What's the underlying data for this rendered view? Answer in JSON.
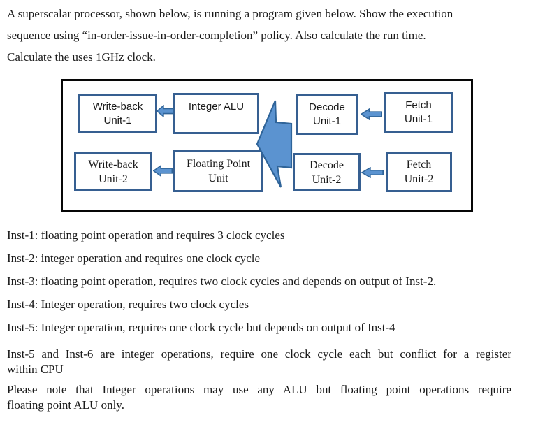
{
  "intro": {
    "line1": "A superscalar processor, shown below, is running a program given below. Show the execution",
    "line2": "sequence using “in-order-issue-in-order-completion” policy. Also calculate the run time.",
    "line3": "Calculate the uses 1GHz clock."
  },
  "diagram": {
    "colors": {
      "box_border": "#365f91",
      "frame_border": "#060606",
      "arrow_fill": "#5b93d0",
      "arrow_border": "#2f6499"
    },
    "boxes": {
      "writeback1": {
        "line1": "Write-back",
        "line2": "Unit-1"
      },
      "integer_alu": {
        "line1": "Integer ALU",
        "line2": ""
      },
      "decode1": {
        "line1": "Decode",
        "line2": "Unit-1"
      },
      "fetch1": {
        "line1": "Fetch",
        "line2": "Unit-1"
      },
      "writeback2": {
        "line1": "Write-back",
        "line2": "Unit-2"
      },
      "fpu": {
        "line1": "Floating Point",
        "line2": "Unit"
      },
      "decode2": {
        "line1": "Decode",
        "line2": "Unit-2"
      },
      "fetch2": {
        "line1": "Fetch",
        "line2": "Unit-2"
      }
    }
  },
  "instructions": [
    "Inst-1: floating point operation and requires 3 clock cycles",
    "Inst-2: integer operation and requires one clock cycle",
    "Inst-3: floating point operation, requires two clock cycles and depends on output of Inst-2.",
    "Inst-4: Integer operation, requires two clock cycles",
    "Inst-5: Integer operation, requires one clock cycle but depends on output of Inst-4"
  ],
  "notes": {
    "conflict_line1": "Inst-5 and Inst-6 are integer operations, require one clock cycle each but conflict for a register",
    "conflict_line2": "within CPU",
    "alu_line1": "Please note that Integer operations may use any ALU but floating point operations require",
    "alu_line2": "floating point ALU only."
  }
}
